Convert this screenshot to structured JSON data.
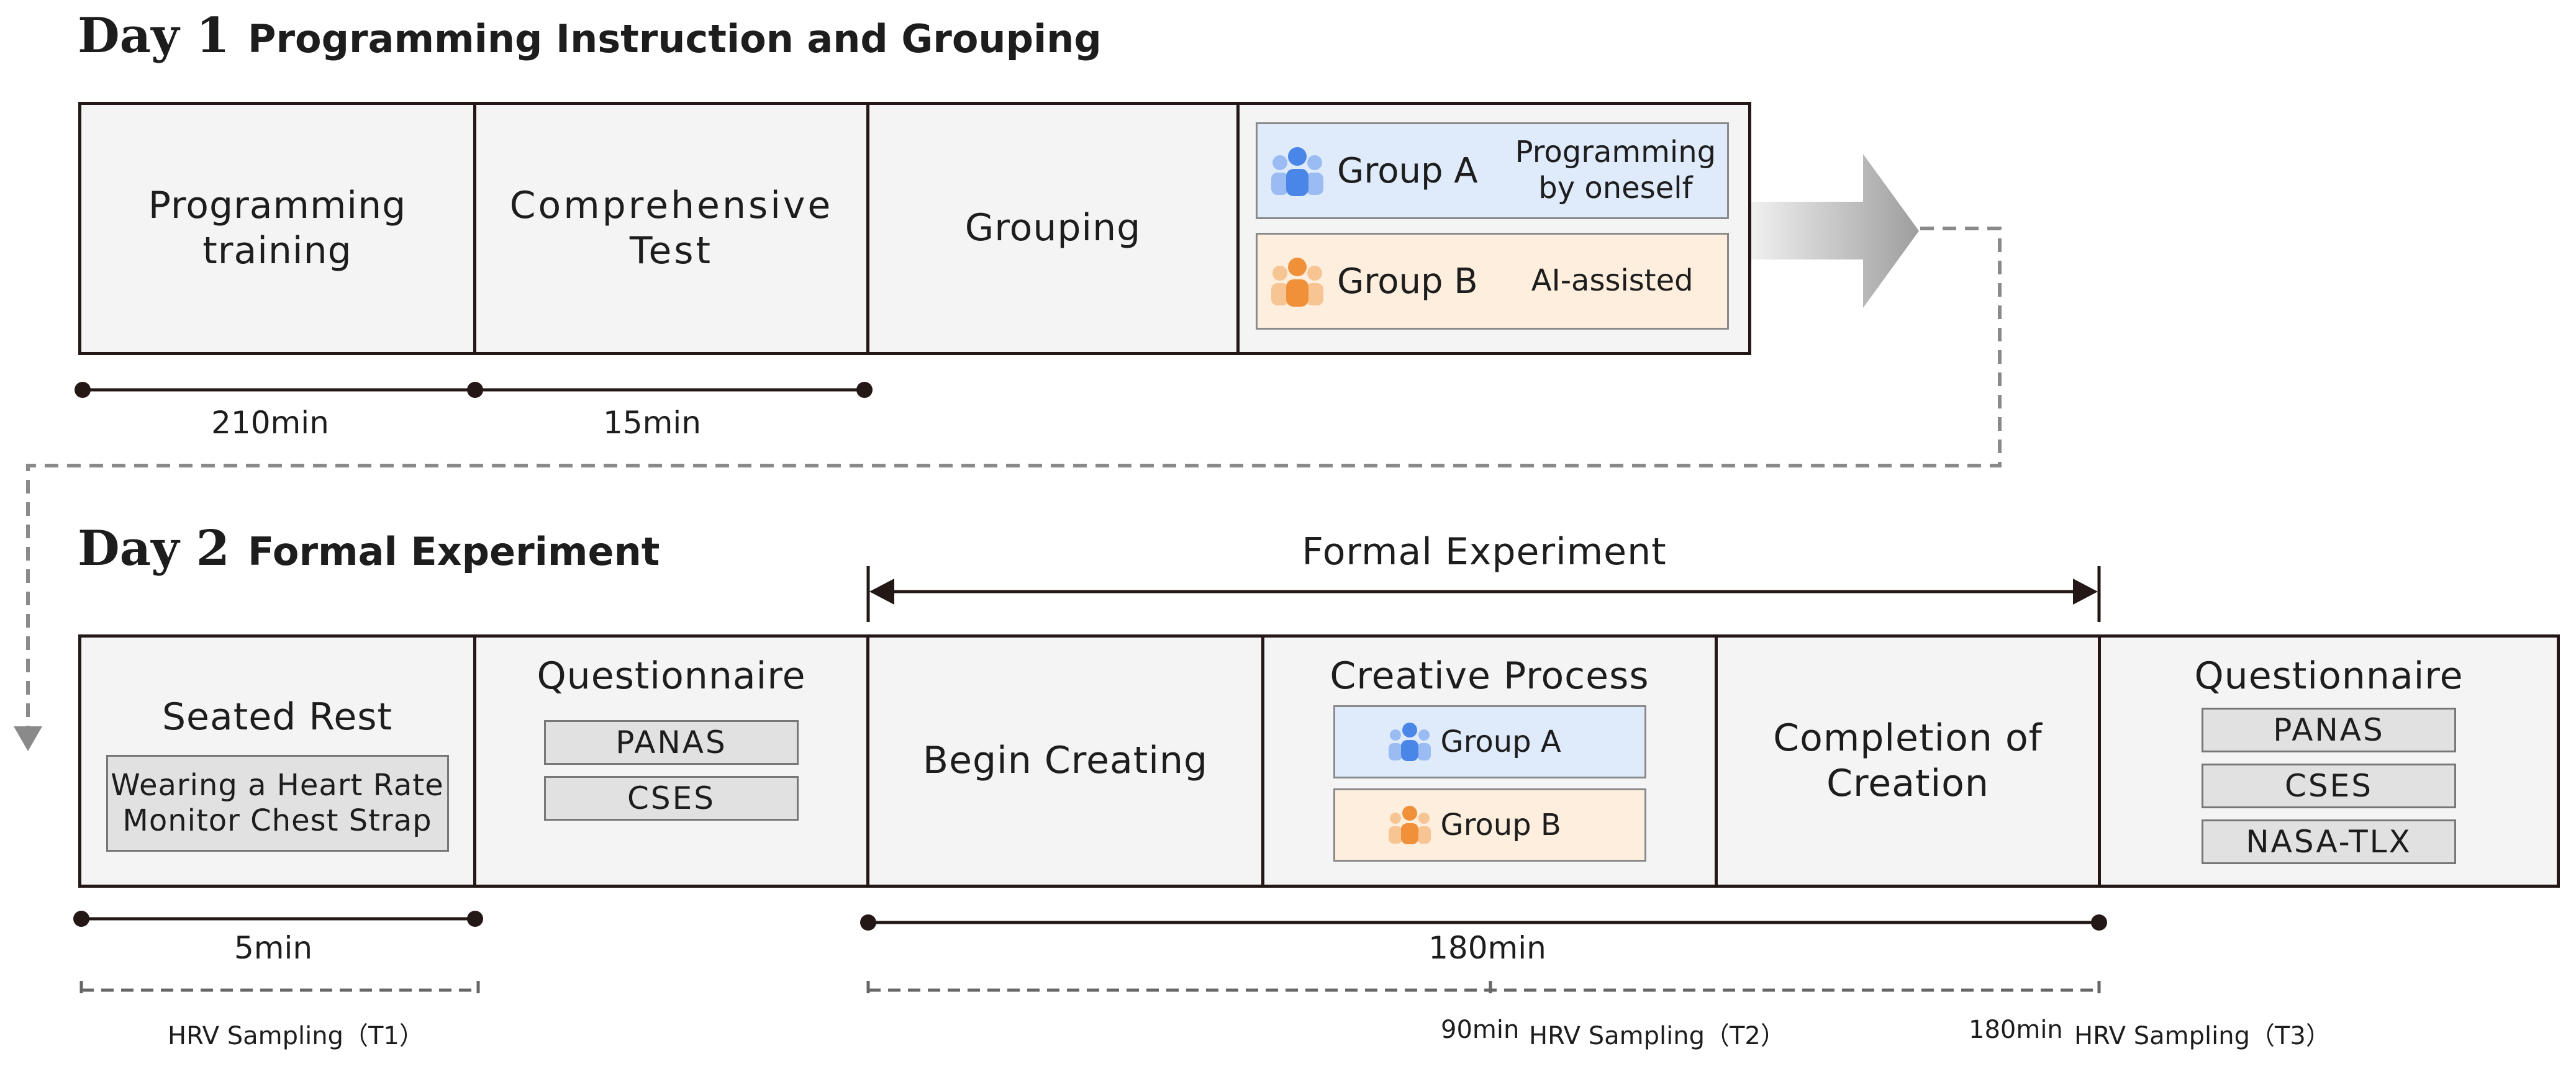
{
  "day1": {
    "label": "Day 1",
    "title": "Programming Instruction and Grouping",
    "steps": [
      "Programming\ntraining",
      "Comprehensive\nTest",
      "Grouping"
    ],
    "groups": [
      {
        "name": "Group A",
        "desc": "Programming\nby oneself",
        "color": "#4a86e8"
      },
      {
        "name": "Group B",
        "desc": "AI-assisted",
        "color": "#f0913a"
      }
    ],
    "durations": [
      "210min",
      "15min"
    ]
  },
  "day2": {
    "label": "Day 2",
    "title": "Formal Experiment",
    "span_label": "Formal Experiment",
    "seated_rest": {
      "title": "Seated Rest",
      "note": "Wearing a Heart Rate\nMonitor Chest Strap"
    },
    "questionnaire1": {
      "title": "Questionnaire",
      "items": [
        "PANAS",
        "CSES"
      ]
    },
    "begin": "Begin Creating",
    "creative": {
      "title": "Creative Process",
      "groups": [
        "Group A",
        "Group B"
      ]
    },
    "completion": "Completion of\nCreation",
    "questionnaire2": {
      "title": "Questionnaire",
      "items": [
        "PANAS",
        "CSES",
        "NASA-TLX"
      ]
    },
    "durations": [
      "5min",
      "180min"
    ],
    "hrv": [
      "HRV Sampling（T1）",
      "HRV Sampling（T2）",
      "HRV Sampling（T3）"
    ],
    "hrv_times": [
      "90min",
      "180min"
    ]
  },
  "colors": {
    "border": "#231815",
    "box_fill": "#f4f4f4",
    "group_a_fill": "#dfeafb",
    "group_b_fill": "#fdeedd",
    "group_a_icon": "#4a86e8",
    "group_b_icon": "#f0913a",
    "connector": "#8a8a8a"
  }
}
